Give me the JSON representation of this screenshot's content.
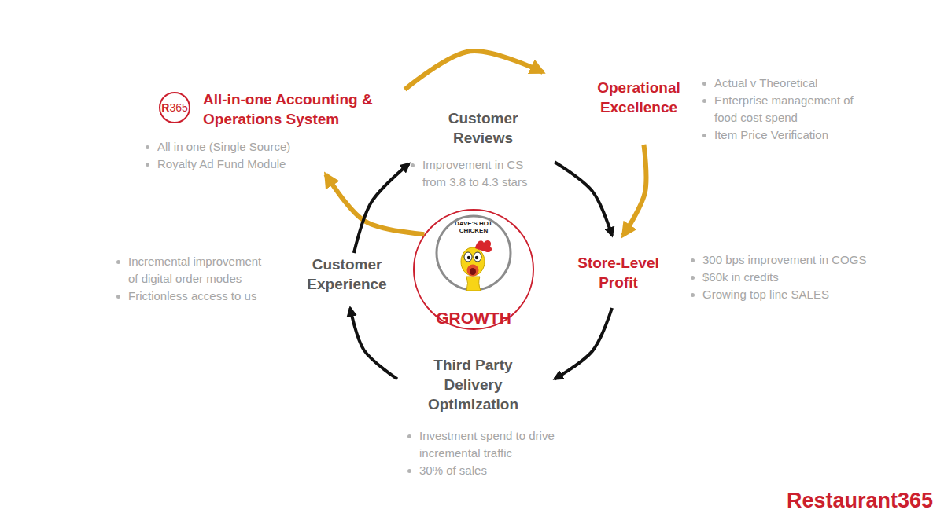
{
  "diagram": {
    "nodes": [
      {
        "text": [
          "All-in-one Accounting & Operations System",
          "All in one (Single Source)",
          "Royalty Ad Fund Module"
        ]
      },
      {
        "text": [
          "Operational Excellence",
          "Actual v Theoretical",
          "Enterprise management of food cost spend",
          "Item Price Verification"
        ]
      },
      {
        "text": [
          "Customer Reviews",
          "Improvement in CS from 3.8 to 4.3 stars"
        ]
      },
      {
        "text": [
          "Store-Level Profit",
          "300 bps improvement in COGS",
          "$60k in credits",
          "Growing top line SALES"
        ]
      },
      {
        "text": [
          "Third Party Delivery Optimization",
          "Investment spend to drive incremental traffic",
          "30% of sales"
        ]
      },
      {
        "text": [
          "Customer Experience",
          "Incremental improvement of digital order modes",
          "Frictionless access to us"
        ]
      },
      {
        "text": [
          "GROWTH"
        ]
      },
      {
        "text": [
          "DAVE'S HOT CHICKEN"
        ],
        "in": 6
      }
    ],
    "edges": [
      {
        "from": 0,
        "to": 1,
        "arrow": "to"
      },
      {
        "from": 1,
        "to": 3,
        "arrow": "to"
      },
      {
        "from": 6,
        "to": 0,
        "arrow": "to"
      },
      {
        "from": 2,
        "to": 3,
        "arrow": "to"
      },
      {
        "from": 3,
        "to": 4,
        "arrow": "to"
      },
      {
        "from": 4,
        "to": 5,
        "arrow": "to"
      },
      {
        "from": 5,
        "to": 2,
        "arrow": "to"
      }
    ],
    "labels": [
      "R365",
      "Restaurant365"
    ]
  }
}
